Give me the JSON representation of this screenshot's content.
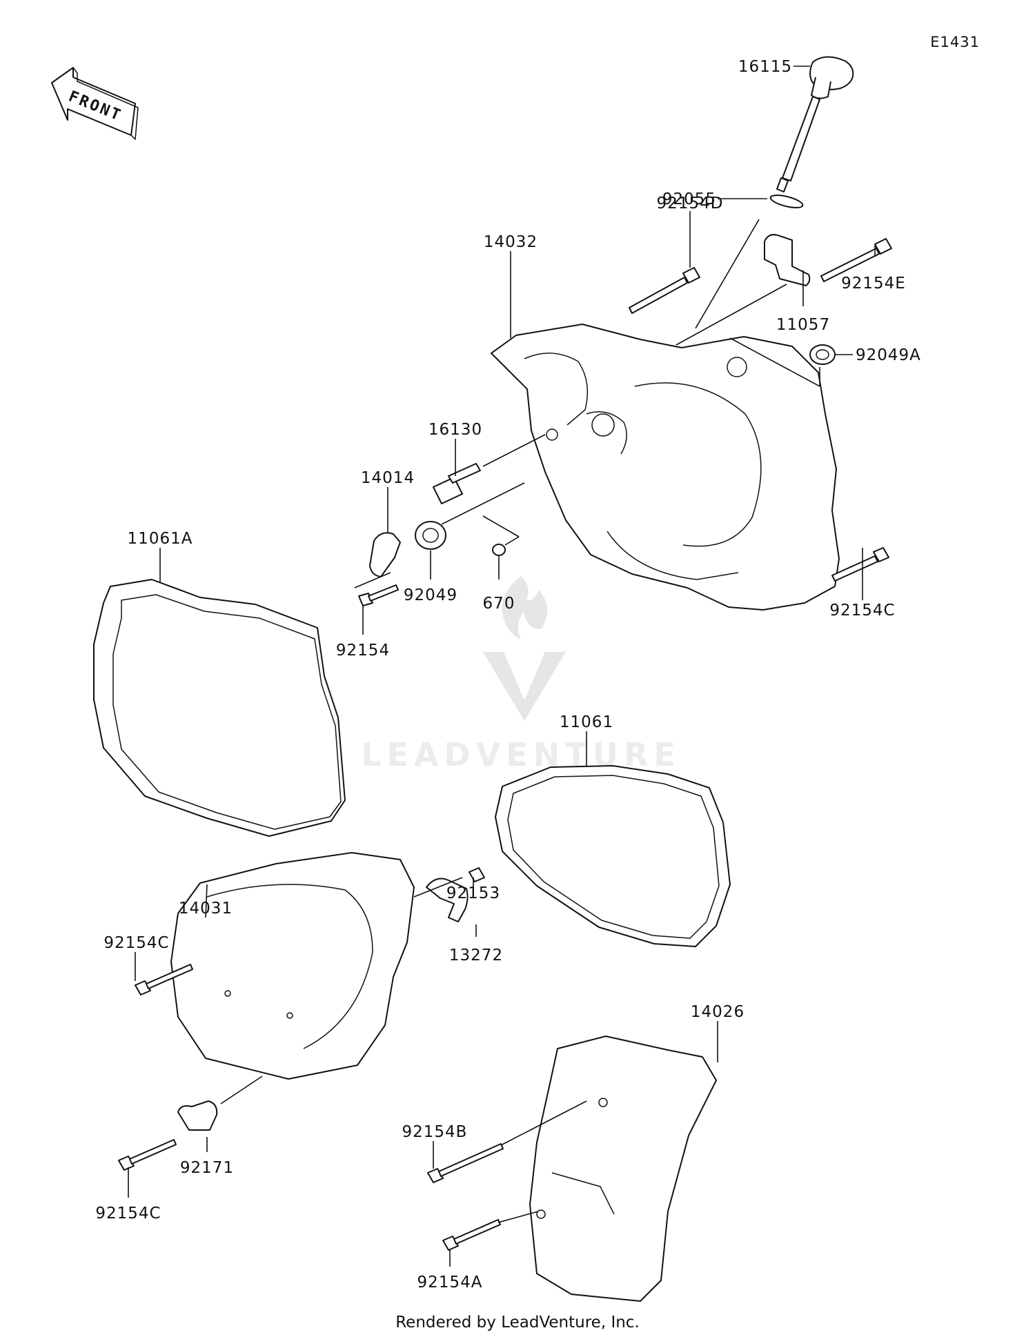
{
  "diagram_code": "E1431",
  "front_label": "FRONT",
  "footer": "Rendered by LeadVenture, Inc.",
  "watermark": "LEADVENTURE",
  "parts": [
    {
      "id": "p16115",
      "label": "16115"
    },
    {
      "id": "p92055",
      "label": "92055"
    },
    {
      "id": "p92154D",
      "label": "92154D"
    },
    {
      "id": "p92154E",
      "label": "92154E"
    },
    {
      "id": "p14032",
      "label": "14032"
    },
    {
      "id": "p11057",
      "label": "11057"
    },
    {
      "id": "p92049A",
      "label": "92049A"
    },
    {
      "id": "p16130",
      "label": "16130"
    },
    {
      "id": "p14014",
      "label": "14014"
    },
    {
      "id": "p11061A",
      "label": "11061A"
    },
    {
      "id": "p92049",
      "label": "92049"
    },
    {
      "id": "p670",
      "label": "670"
    },
    {
      "id": "p92154C_a",
      "label": "92154C"
    },
    {
      "id": "p92154",
      "label": "92154"
    },
    {
      "id": "p11061",
      "label": "11061"
    },
    {
      "id": "p92153",
      "label": "92153"
    },
    {
      "id": "p14031",
      "label": "14031"
    },
    {
      "id": "p92154C_b",
      "label": "92154C"
    },
    {
      "id": "p13272",
      "label": "13272"
    },
    {
      "id": "p14026",
      "label": "14026"
    },
    {
      "id": "p92154B",
      "label": "92154B"
    },
    {
      "id": "p92171",
      "label": "92171"
    },
    {
      "id": "p92154C_c",
      "label": "92154C"
    },
    {
      "id": "p92154A",
      "label": "92154A"
    }
  ]
}
